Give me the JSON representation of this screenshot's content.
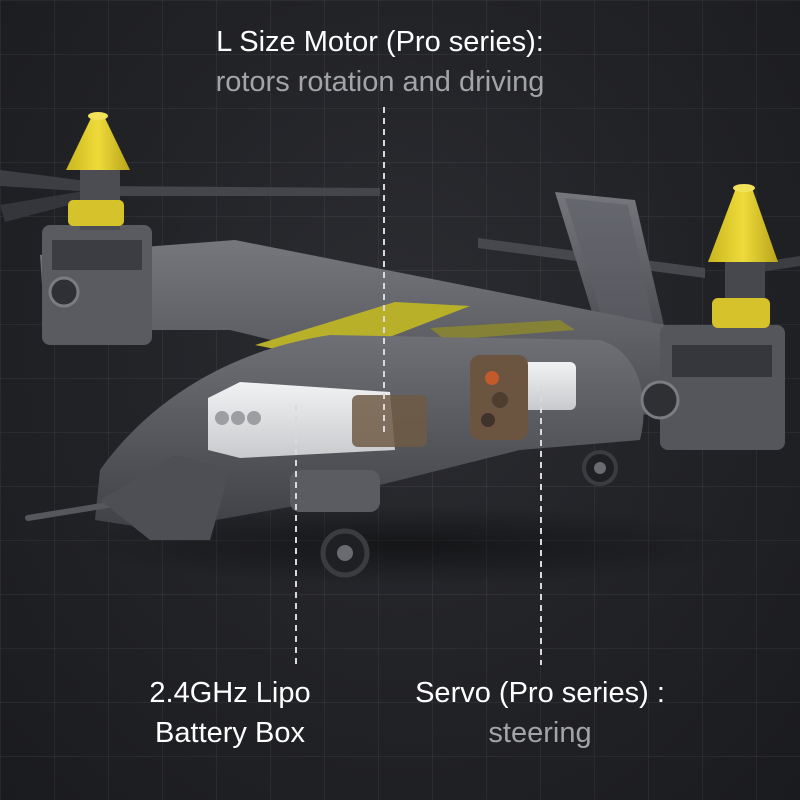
{
  "labels": {
    "motor": {
      "title": "L Size Motor (Pro series):",
      "subtitle": "rotors rotation and driving"
    },
    "battery": {
      "line1": "2.4GHz Lipo",
      "line2": "Battery Box"
    },
    "servo": {
      "title": "Servo (Pro series) :",
      "subtitle": "steering"
    }
  },
  "colors": {
    "background": "#1e1f23",
    "title_text": "#ffffff",
    "subtitle_text": "#a3a4a8",
    "rotor_cap": "#e3cf2c",
    "fuselage": "#5a5c62",
    "accent_stripe": "#b9b02a",
    "module_white": "#e4e5e7"
  }
}
